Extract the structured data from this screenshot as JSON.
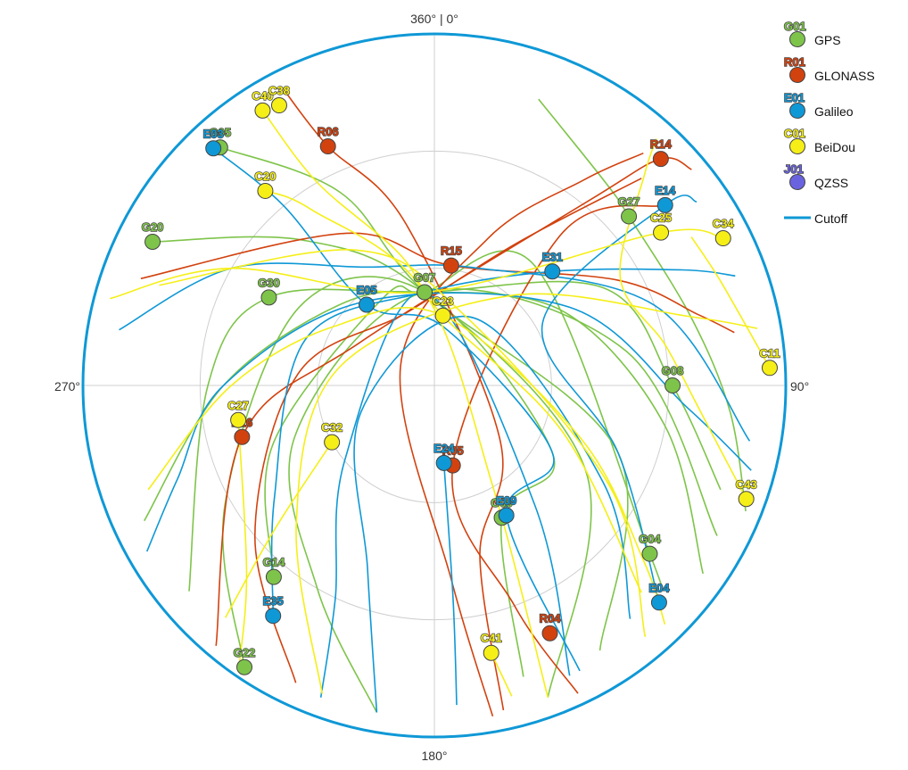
{
  "chart_data": {
    "type": "scatter",
    "subtype": "polar-skyplot",
    "azimuth_direction": "clockwise-from-north",
    "elevation_range": [
      0,
      90
    ],
    "elevation_rings": [
      0,
      30,
      60
    ],
    "azimuth_labels": [
      {
        "az": 0,
        "text": "360° | 0°"
      },
      {
        "az": 90,
        "text": "90°"
      },
      {
        "az": 180,
        "text": "180°"
      },
      {
        "az": 270,
        "text": "270°"
      }
    ],
    "systems": {
      "GPS": {
        "color": "#7ec44a",
        "sample_prn": "G01",
        "label_color": "#7ec44a"
      },
      "GLONASS": {
        "color": "#d2420f",
        "sample_prn": "R01",
        "label_color": "#d2420f"
      },
      "Galileo": {
        "color": "#0f98d6",
        "sample_prn": "E01",
        "label_color": "#0f98d6"
      },
      "BeiDou": {
        "color": "#f5ef17",
        "sample_prn": "C01",
        "label_color": "#f5ef17"
      },
      "QZSS": {
        "color": "#6a63e0",
        "sample_prn": "J01",
        "label_color": "#6a63e0"
      }
    },
    "legend": {
      "position": "top-right",
      "entries": [
        "GPS",
        "GLONASS",
        "Galileo",
        "BeiDou",
        "QZSS"
      ],
      "cutoff_label": "Cutoff",
      "cutoff_color": "#0f98d6"
    },
    "cutoff": {
      "elevation_deg": 0,
      "visible_azimuth_range": [
        323,
        65
      ]
    },
    "satellites": [
      {
        "prn": "G01",
        "system": "GPS",
        "az": 0,
        "el": 0,
        "visible": false
      },
      {
        "prn": "G05",
        "system": "GPS",
        "az": 318,
        "el": 8
      },
      {
        "prn": "G07",
        "system": "GPS",
        "az": 354,
        "el": 66
      },
      {
        "prn": "G20",
        "system": "GPS",
        "az": 297,
        "el": 9
      },
      {
        "prn": "G30",
        "system": "GPS",
        "az": 298,
        "el": 42
      },
      {
        "prn": "G27",
        "system": "GPS",
        "az": 49,
        "el": 24
      },
      {
        "prn": "G08",
        "system": "GPS",
        "az": 90,
        "el": 29
      },
      {
        "prn": "G09",
        "system": "GPS",
        "az": 153,
        "el": 52
      },
      {
        "prn": "G04",
        "system": "GPS",
        "az": 128,
        "el": 20
      },
      {
        "prn": "G14",
        "system": "GPS",
        "az": 220,
        "el": 26
      },
      {
        "prn": "G22",
        "system": "GPS",
        "az": 214,
        "el": 3
      },
      {
        "prn": "R06",
        "system": "GLONASS",
        "az": 336,
        "el": 23
      },
      {
        "prn": "R15",
        "system": "GLONASS",
        "az": 8,
        "el": 59
      },
      {
        "prn": "R14",
        "system": "GLONASS",
        "az": 45,
        "el": 8
      },
      {
        "prn": "R16",
        "system": "GLONASS",
        "az": 255,
        "el": 39
      },
      {
        "prn": "R05",
        "system": "GLONASS",
        "az": 167,
        "el": 69
      },
      {
        "prn": "R04",
        "system": "GLONASS",
        "az": 155,
        "el": 20
      },
      {
        "prn": "E03",
        "system": "Galileo",
        "az": 317,
        "el": 7
      },
      {
        "prn": "E14",
        "system": "Galileo",
        "az": 52,
        "el": 15
      },
      {
        "prn": "E31",
        "system": "Galileo",
        "az": 46,
        "el": 48
      },
      {
        "prn": "E05",
        "system": "Galileo",
        "az": 320,
        "el": 63
      },
      {
        "prn": "E24",
        "system": "Galileo",
        "az": 173,
        "el": 70
      },
      {
        "prn": "E09",
        "system": "Galileo",
        "az": 151,
        "el": 52
      },
      {
        "prn": "E35",
        "system": "Galileo",
        "az": 215,
        "el": 18
      },
      {
        "prn": "E04",
        "system": "Galileo",
        "az": 134,
        "el": 10
      },
      {
        "prn": "C40",
        "system": "BeiDou",
        "az": 328,
        "el": 7
      },
      {
        "prn": "C38",
        "system": "BeiDou",
        "az": 331,
        "el": 8
      },
      {
        "prn": "C20",
        "system": "BeiDou",
        "az": 319,
        "el": 24
      },
      {
        "prn": "C23",
        "system": "BeiDou",
        "az": 7,
        "el": 72
      },
      {
        "prn": "C25",
        "system": "BeiDou",
        "az": 56,
        "el": 20
      },
      {
        "prn": "C34",
        "system": "BeiDou",
        "az": 63,
        "el": 7
      },
      {
        "prn": "C11",
        "system": "BeiDou",
        "az": 87,
        "el": 4
      },
      {
        "prn": "C43",
        "system": "BeiDou",
        "az": 110,
        "el": 5
      },
      {
        "prn": "C27",
        "system": "BeiDou",
        "az": 260,
        "el": 39
      },
      {
        "prn": "C32",
        "system": "BeiDou",
        "az": 241,
        "el": 60
      },
      {
        "prn": "C41",
        "system": "BeiDou",
        "az": 168,
        "el": 20
      }
    ],
    "tracks": [
      {
        "system": "GPS",
        "points": [
          [
            318,
            8
          ],
          [
            334,
            35
          ],
          [
            354,
            66
          ],
          [
            110,
            40
          ],
          [
            148,
            10
          ]
        ]
      },
      {
        "system": "GPS",
        "points": [
          [
            297,
            9
          ],
          [
            318,
            40
          ],
          [
            354,
            66
          ],
          [
            120,
            45
          ],
          [
            160,
            5
          ]
        ]
      },
      {
        "system": "GPS",
        "points": [
          [
            230,
            8
          ],
          [
            270,
            32
          ],
          [
            298,
            42
          ],
          [
            354,
            66
          ],
          [
            60,
            40
          ],
          [
            90,
            29
          ],
          [
            110,
            12
          ]
        ]
      },
      {
        "system": "GPS",
        "points": [
          [
            214,
            3
          ],
          [
            240,
            28
          ],
          [
            300,
            50
          ],
          [
            354,
            66
          ],
          [
            120,
            55
          ],
          [
            153,
            52
          ],
          [
            163,
            12
          ]
        ]
      },
      {
        "system": "GPS",
        "points": [
          [
            220,
            26
          ],
          [
            250,
            46
          ],
          [
            330,
            64
          ],
          [
            354,
            66
          ],
          [
            40,
            50
          ],
          [
            128,
            20
          ],
          [
            132,
            12
          ]
        ]
      },
      {
        "system": "GPS",
        "points": [
          [
            20,
            12
          ],
          [
            40,
            22
          ],
          [
            49,
            24
          ],
          [
            75,
            22
          ],
          [
            95,
            14
          ],
          [
            112,
            4
          ]
        ]
      },
      {
        "system": "GPS",
        "points": [
          [
            245,
            8
          ],
          [
            270,
            36
          ],
          [
            310,
            58
          ],
          [
            354,
            66
          ],
          [
            60,
            52
          ],
          [
            100,
            30
          ],
          [
            125,
            6
          ]
        ]
      },
      {
        "system": "GPS",
        "points": [
          [
            190,
            5
          ],
          [
            210,
            30
          ],
          [
            250,
            52
          ],
          [
            354,
            66
          ],
          [
            80,
            40
          ],
          [
            118,
            8
          ]
        ]
      },
      {
        "system": "GLONASS",
        "points": [
          [
            333,
            5
          ],
          [
            336,
            23
          ],
          [
            350,
            48
          ],
          [
            130,
            68
          ],
          [
            165,
            45
          ],
          [
            168,
            5
          ]
        ]
      },
      {
        "system": "GLONASS",
        "points": [
          [
            290,
            10
          ],
          [
            330,
            45
          ],
          [
            8,
            59
          ],
          [
            60,
            36
          ],
          [
            75,
            20
          ],
          [
            80,
            12
          ]
        ]
      },
      {
        "system": "GLONASS",
        "points": [
          [
            220,
            3
          ],
          [
            255,
            39
          ],
          [
            300,
            68
          ],
          [
            40,
            28
          ],
          [
            45,
            8
          ],
          [
            50,
            4
          ]
        ]
      },
      {
        "system": "GLONASS",
        "points": [
          [
            205,
            6
          ],
          [
            230,
            30
          ],
          [
            275,
            55
          ],
          [
            340,
            70
          ],
          [
            30,
            48
          ],
          [
            45,
            15
          ]
        ]
      },
      {
        "system": "GLONASS",
        "points": [
          [
            155,
            3
          ],
          [
            160,
            30
          ],
          [
            167,
            69
          ],
          [
            40,
            40
          ],
          [
            52,
            15
          ]
        ]
      },
      {
        "system": "GLONASS",
        "points": [
          [
            170,
            4
          ],
          [
            175,
            40
          ],
          [
            300,
            80
          ],
          [
            20,
            50
          ],
          [
            36,
            25
          ],
          [
            42,
            10
          ]
        ]
      },
      {
        "system": "Galileo",
        "points": [
          [
            317,
            7
          ],
          [
            320,
            30
          ],
          [
            320,
            63
          ],
          [
            10,
            75
          ],
          [
            120,
            55
          ],
          [
            151,
            52
          ],
          [
            153,
            8
          ]
        ]
      },
      {
        "system": "Galileo",
        "points": [
          [
            215,
            18
          ],
          [
            235,
            40
          ],
          [
            290,
            55
          ],
          [
            354,
            66
          ],
          [
            46,
            48
          ],
          [
            65,
            20
          ],
          [
            70,
            8
          ]
        ]
      },
      {
        "system": "Galileo",
        "points": [
          [
            173,
            70
          ],
          [
            175,
            35
          ],
          [
            176,
            8
          ]
        ]
      },
      {
        "system": "Galileo",
        "points": [
          [
            134,
            10
          ],
          [
            110,
            40
          ],
          [
            60,
            58
          ],
          [
            52,
            15
          ],
          [
            55,
            8
          ]
        ]
      },
      {
        "system": "Galileo",
        "points": [
          [
            280,
            8
          ],
          [
            300,
            30
          ],
          [
            330,
            55
          ],
          [
            20,
            58
          ],
          [
            70,
            30
          ],
          [
            100,
            8
          ]
        ]
      },
      {
        "system": "Galileo",
        "points": [
          [
            240,
            5
          ],
          [
            250,
            20
          ],
          [
            270,
            36
          ],
          [
            320,
            62
          ],
          [
            60,
            50
          ],
          [
            95,
            25
          ],
          [
            105,
            6
          ]
        ]
      },
      {
        "system": "Galileo",
        "points": [
          [
            200,
            5
          ],
          [
            205,
            30
          ],
          [
            230,
            60
          ],
          [
            354,
            66
          ],
          [
            140,
            50
          ],
          [
            155,
            8
          ]
        ]
      },
      {
        "system": "Galileo",
        "points": [
          [
            190,
            5
          ],
          [
            200,
            40
          ],
          [
            250,
            70
          ],
          [
            30,
            70
          ],
          [
            120,
            40
          ],
          [
            140,
            12
          ]
        ]
      },
      {
        "system": "BeiDou",
        "points": [
          [
            328,
            7
          ],
          [
            330,
            30
          ],
          [
            345,
            55
          ],
          [
            7,
            72
          ],
          [
            110,
            55
          ],
          [
            135,
            15
          ]
        ]
      },
      {
        "system": "BeiDou",
        "points": [
          [
            319,
            24
          ],
          [
            325,
            35
          ],
          [
            354,
            66
          ],
          [
            150,
            60
          ],
          [
            160,
            5
          ]
        ]
      },
      {
        "system": "BeiDou",
        "points": [
          [
            285,
            4
          ],
          [
            300,
            30
          ],
          [
            354,
            66
          ],
          [
            56,
            20
          ],
          [
            63,
            7
          ]
        ]
      },
      {
        "system": "BeiDou",
        "points": [
          [
            241,
            60
          ],
          [
            228,
            35
          ],
          [
            222,
            10
          ]
        ]
      },
      {
        "system": "BeiDou",
        "points": [
          [
            260,
            39
          ],
          [
            225,
            22
          ],
          [
            215,
            3
          ]
        ]
      },
      {
        "system": "BeiDou",
        "points": [
          [
            168,
            20
          ],
          [
            166,
            8
          ]
        ]
      },
      {
        "system": "BeiDou",
        "points": [
          [
            110,
            5
          ],
          [
            95,
            22
          ],
          [
            80,
            30
          ],
          [
            60,
            35
          ],
          [
            45,
            14
          ],
          [
            42,
            5
          ]
        ]
      },
      {
        "system": "BeiDou",
        "points": [
          [
            87,
            4
          ],
          [
            70,
            12
          ],
          [
            60,
            14
          ]
        ]
      },
      {
        "system": "BeiDou",
        "points": [
          [
            250,
            12
          ],
          [
            270,
            38
          ],
          [
            300,
            60
          ],
          [
            7,
            72
          ],
          [
            110,
            50
          ],
          [
            130,
            20
          ],
          [
            136,
            5
          ]
        ]
      },
      {
        "system": "BeiDou",
        "points": [
          [
            290,
            15
          ],
          [
            330,
            50
          ],
          [
            20,
            70
          ],
          [
            120,
            38
          ],
          [
            140,
            6
          ]
        ]
      },
      {
        "system": "BeiDou",
        "points": [
          [
            200,
            6
          ],
          [
            225,
            40
          ],
          [
            280,
            65
          ],
          [
            40,
            60
          ],
          [
            75,
            22
          ],
          [
            80,
            6
          ]
        ]
      }
    ]
  }
}
